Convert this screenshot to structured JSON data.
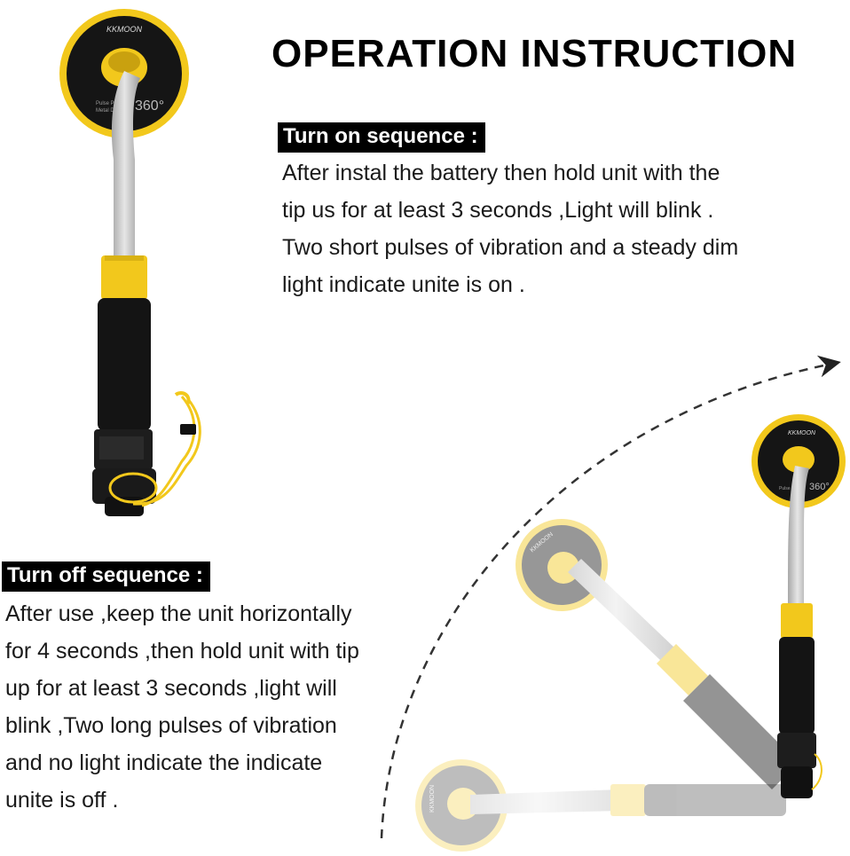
{
  "title": "OPERATION INSTRUCTION",
  "turn_on": {
    "label": "Turn on sequence :",
    "lines": [
      "After instal the battery then hold unit with the",
      "tip us for at least 3 seconds ,Light will blink .",
      "Two short pulses of vibration and a steady dim",
      "light indicate unite is on ."
    ]
  },
  "turn_off": {
    "label": "Turn off sequence :",
    "lines": [
      "After use ,keep the unit horizontally",
      "for 4 seconds ,then hold unit with tip",
      "up for at least 3 seconds ,light will",
      "blink ,Two long pulses of vibration",
      "and no light indicate the indicate",
      "unite is off ."
    ]
  },
  "device": {
    "brand": "KKMOON",
    "badge": "360°",
    "face_text_1": "Pulse Pi",
    "face_text_2": "Metal D"
  },
  "colors": {
    "yellow": "#f2c81c",
    "black": "#111111",
    "silver": "#c8c8c8"
  }
}
